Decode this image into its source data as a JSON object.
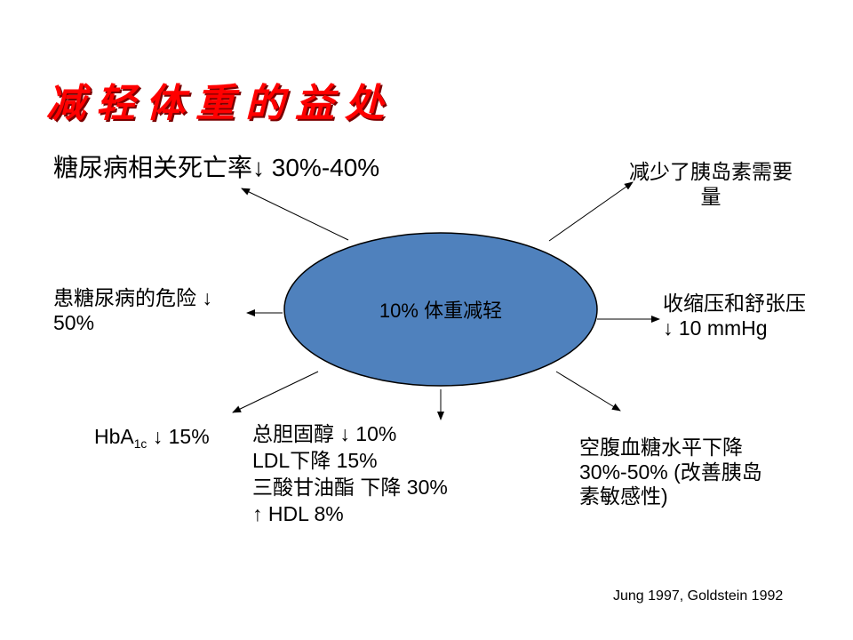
{
  "slide": {
    "title": "减轻体重的益处",
    "center": "10% 体重减轻",
    "benefits": {
      "mortality": "糖尿病相关死亡率↓ 30%-40%",
      "insulin": [
        "减少了胰岛素需要",
        "量"
      ],
      "diabetes_risk": [
        "患糖尿病的危险 ↓",
        "50%"
      ],
      "blood_pressure": [
        "收缩压和舒张压",
        "↓  10 mmHg"
      ],
      "hba1c": {
        "base": "HbA",
        "sub": "1c",
        "rest": " ↓ 15%"
      },
      "lipids": [
        "总胆固醇 ↓ 10%",
        "LDL下降 15%",
        "三酸甘油酯 下降 30%",
        "↑ HDL 8%"
      ],
      "glucose": [
        "空腹血糖水平下降",
        "30%-50% (改善胰岛",
        "素敏感性)"
      ]
    },
    "citation": "Jung 1997, Goldstein 1992"
  },
  "colors": {
    "title": "#ff0000",
    "ellipse_fill": "#4f81bd",
    "ellipse_stroke": "#000000"
  }
}
